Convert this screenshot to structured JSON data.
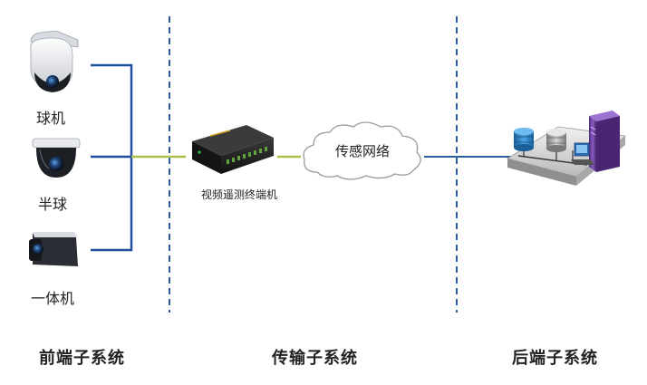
{
  "front_end": {
    "cameras": [
      {
        "label": "球机",
        "icon": "dome-ptz-camera-icon"
      },
      {
        "label": "半球",
        "icon": "half-dome-camera-icon"
      },
      {
        "label": "一体机",
        "icon": "bullet-camera-icon"
      }
    ],
    "section_title": "前端子系统"
  },
  "transmission": {
    "device_label": "视频遥测终端机",
    "device_icon": "video-telemetry-terminal-icon",
    "network_label": "传感网络",
    "network_icon": "cloud-icon",
    "section_title": "传输子系统"
  },
  "back_end": {
    "icon": "server-platform-icon",
    "section_title": "后端子系统"
  },
  "colors": {
    "camera_link": "#1f4e9c",
    "terminal_link": "#a9c24a",
    "divider": "#2b5aa0",
    "network_link": "#2c5f9e",
    "server_purple": "#6b3d99",
    "db_blue": "#2a7fc1"
  }
}
